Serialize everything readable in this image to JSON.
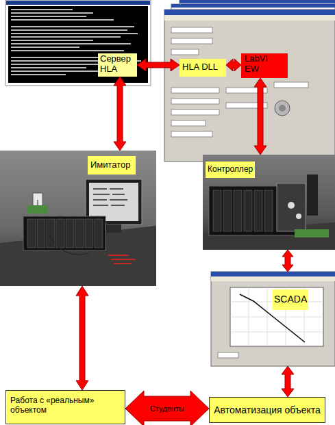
{
  "diagram": {
    "nodes": [
      {
        "text": [
          "Сервер HLA"
        ]
      },
      {
        "text": [
          "HLA DLL"
        ]
      },
      {
        "text": [
          "LabVIEW"
        ]
      },
      {
        "text": [
          "Имитатор"
        ]
      },
      {
        "text": [
          "Контроллер"
        ]
      },
      {
        "text": [
          "SCADA"
        ]
      },
      {
        "text": [
          "Работа с «реальным» объектом"
        ]
      },
      {
        "text": [
          "Автоматизация объекта"
        ]
      }
    ],
    "edges": [
      {
        "from": 0,
        "to": 1,
        "arrow": "both"
      },
      {
        "from": 1,
        "to": 2,
        "arrow": "both"
      },
      {
        "from": 0,
        "to": 3,
        "arrow": "both"
      },
      {
        "from": 2,
        "to": 4,
        "arrow": "both"
      },
      {
        "from": 4,
        "to": 5,
        "arrow": "both"
      },
      {
        "from": 5,
        "to": 7,
        "arrow": "both"
      },
      {
        "from": 3,
        "to": 6,
        "arrow": "both"
      },
      {
        "from": 6,
        "to": 7,
        "label": "Студенты",
        "arrow": "both"
      }
    ]
  }
}
